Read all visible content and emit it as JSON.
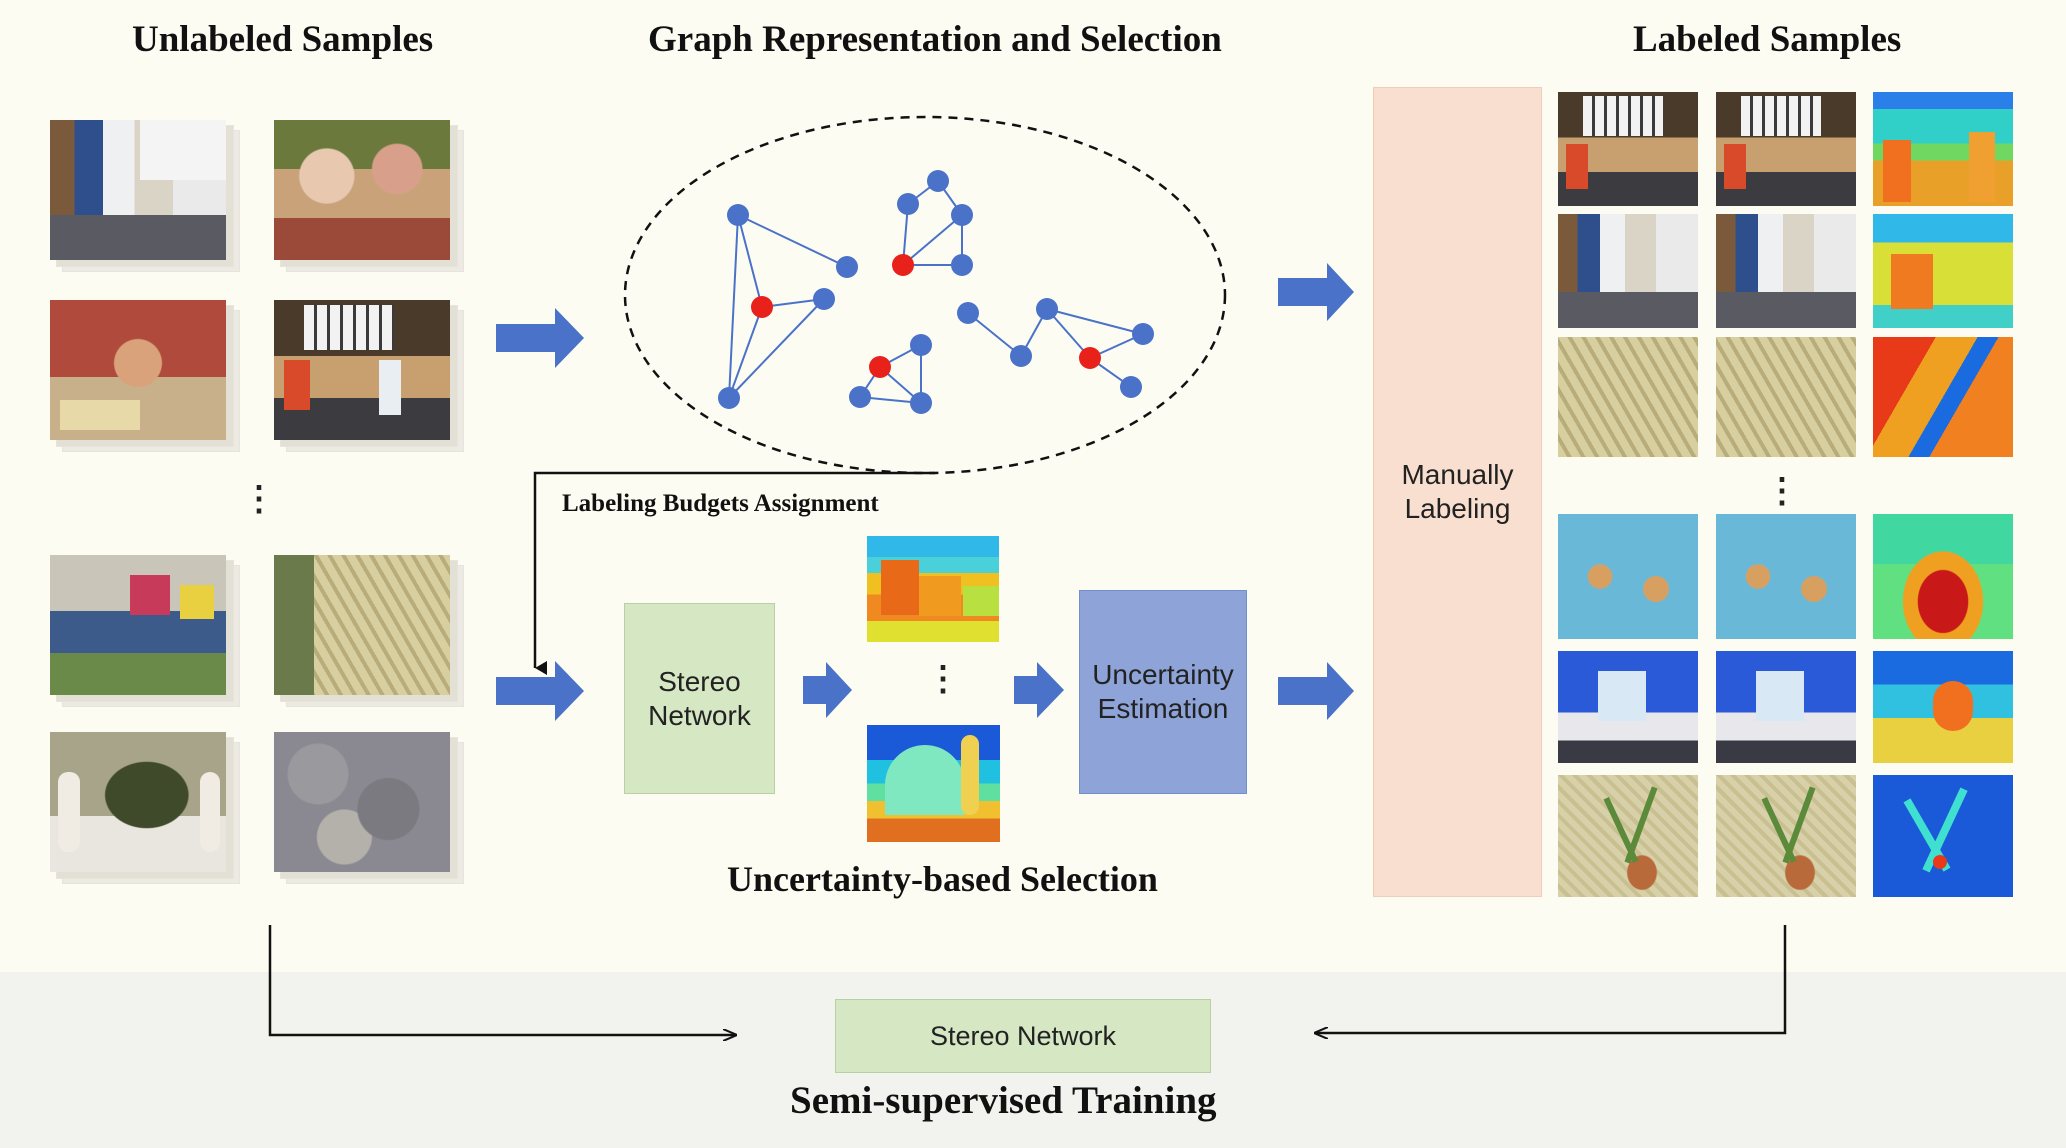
{
  "titles": {
    "unlabeled": "Unlabeled Samples",
    "graph": "Graph Representation and Selection",
    "labeled": "Labeled Samples",
    "budget": "Labeling Budgets Assignment",
    "uncertainty_selection": "Uncertainty-based Selection",
    "semi": "Semi-supervised Training"
  },
  "boxes": {
    "stereo_network": "Stereo Network",
    "uncertainty_estimation": "Uncertainty Estimation",
    "manually_labeling": "Manually Labeling",
    "stereo_network_bottom": "Stereo Network"
  },
  "ellipsis": "⋮",
  "colors": {
    "arrow_blue": "#4a72c8",
    "node_blue": "#4a72c8",
    "node_red": "#e8211b",
    "stereo_box": "#d6e7c4",
    "uncertainty_box": "#8ea4d8",
    "manual_box": "#f8dfcf",
    "background": "#fdfcf3"
  }
}
